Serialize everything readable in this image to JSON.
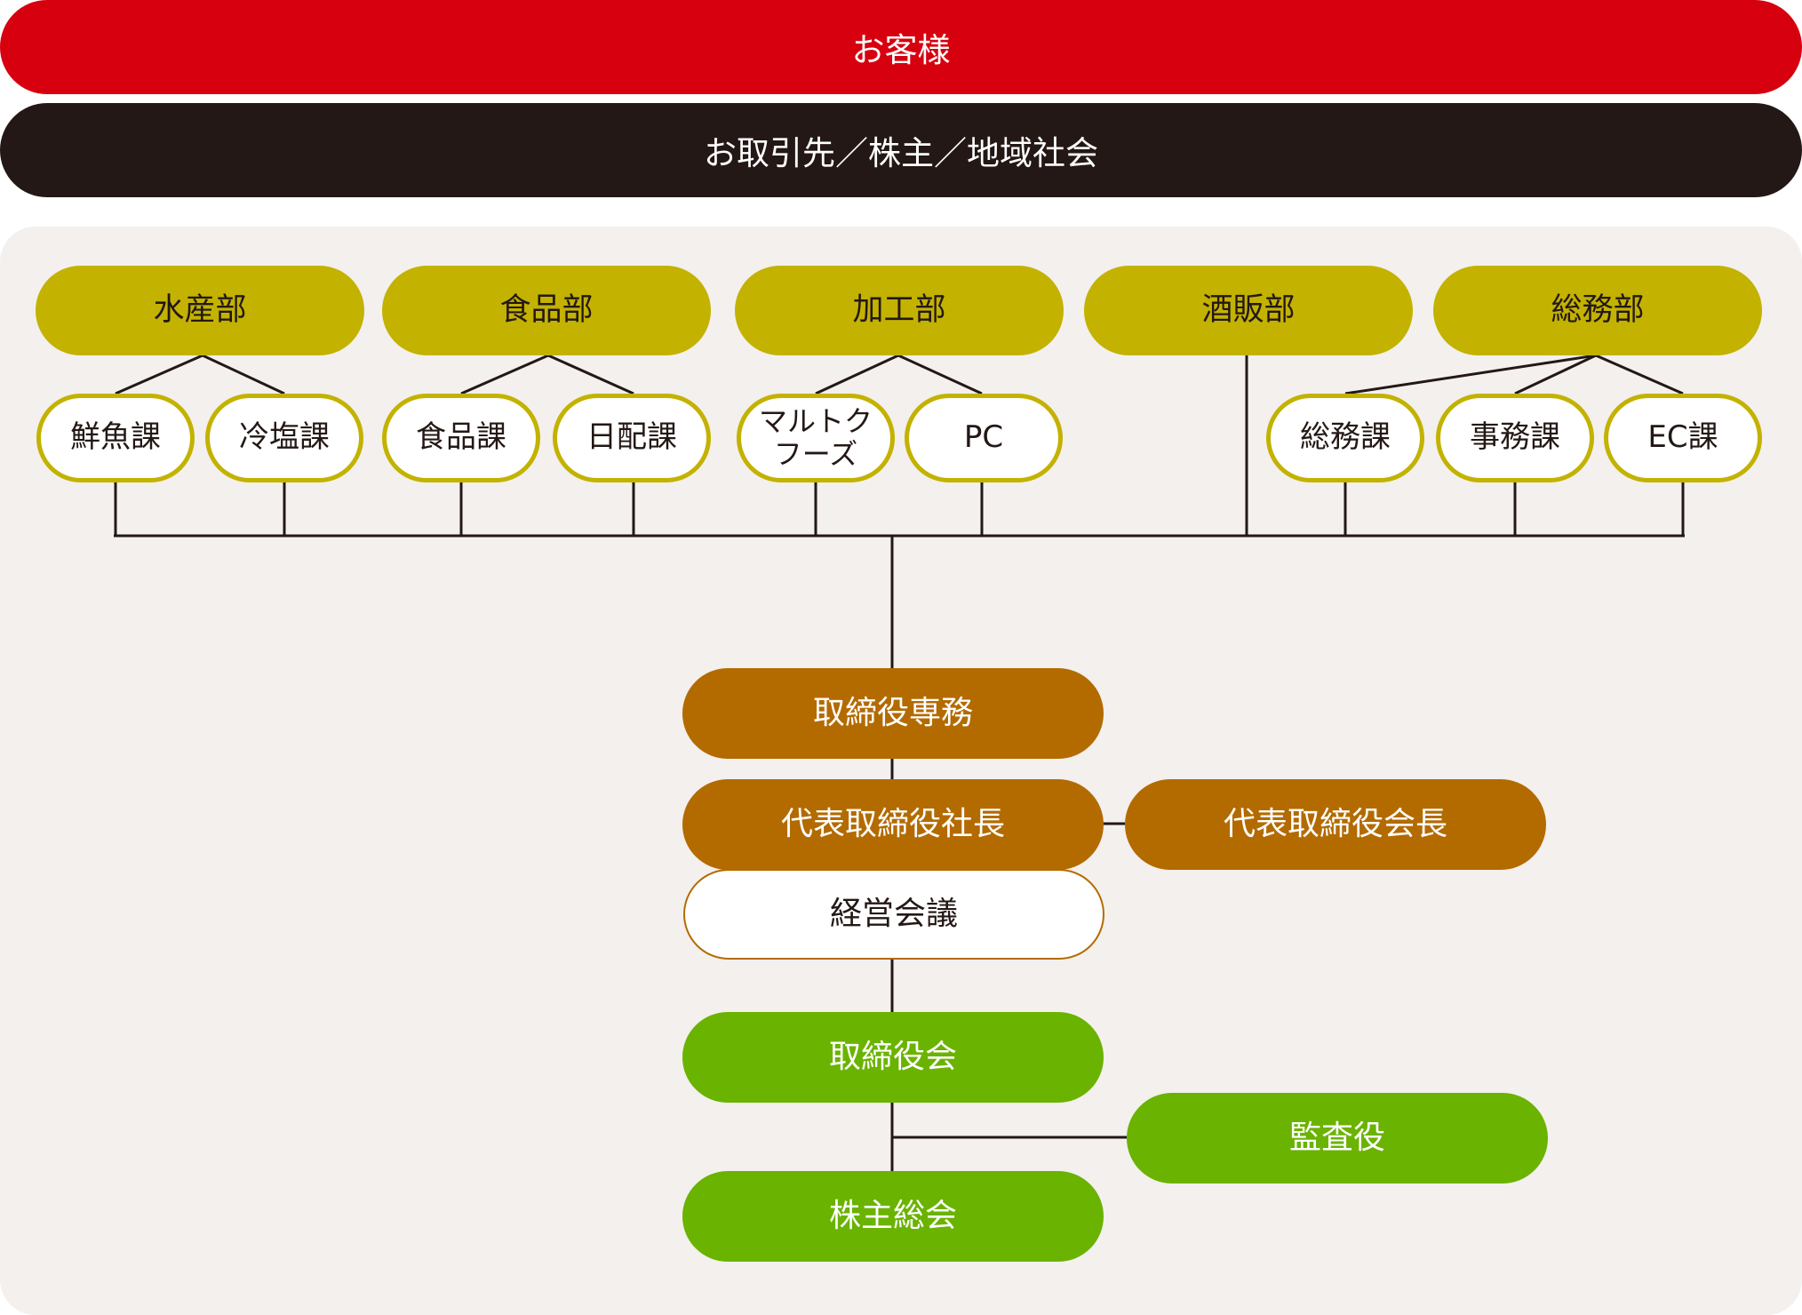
{
  "stakeholders": {
    "customers": "お客様",
    "others": "お取引先／株主／地域社会"
  },
  "departments": {
    "suisan": "水産部",
    "shokuhin": "食品部",
    "kakou": "加工部",
    "shuhan": "酒販部",
    "soumu": "総務部"
  },
  "sections": {
    "sengyo": "鮮魚課",
    "reien": "冷塩課",
    "shokuhin": "食品課",
    "nippai": "日配課",
    "maruto_line1": "マルトク",
    "maruto_line2": "フーズ",
    "pc": "PC",
    "soumu": "総務課",
    "jimu": "事務課",
    "ec": "EC課"
  },
  "executives": {
    "senmu": "取締役専務",
    "president": "代表取締役社長",
    "chairman": "代表取締役会長",
    "management_meeting": "経営会議"
  },
  "governance": {
    "board": "取締役会",
    "auditor": "監査役",
    "shareholders_meeting": "株主総会"
  },
  "colors": {
    "customers": "#d7000f",
    "others": "#231815",
    "panel": "#f3f0ee",
    "department": "#c3b200",
    "executive": "#b36b00",
    "governance": "#6ab300",
    "line": "#231815"
  }
}
